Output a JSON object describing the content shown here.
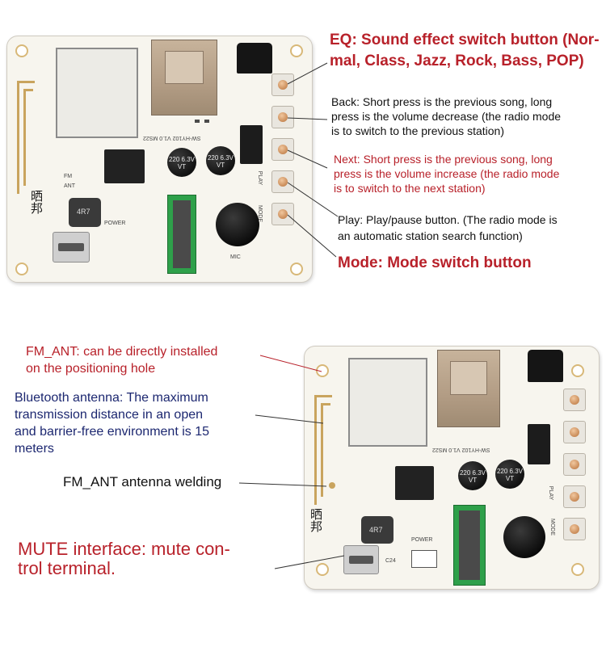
{
  "colors": {
    "red_label": "#b8212a",
    "navy_label": "#1c2770",
    "black_label": "#111111",
    "pcb": "#f7f5ee",
    "copper": "#c9a45e"
  },
  "board_top": {
    "pcb_text": {
      "model": "SW-HY102 V1.0 MS22",
      "brand_cn": "晒邦",
      "power": "POWER",
      "mode": "MODE",
      "play": "PLAY",
      "fm": "FM",
      "ant": "ANT",
      "mic": "MIC"
    },
    "cap_labels": [
      "220 6.3V VT",
      "220 6.3V VT"
    ],
    "inductor_label": "4R7"
  },
  "board_bottom": {
    "pcb_text": {
      "model": "SW-HY102 V1.0 MS22",
      "brand_cn": "晒邦",
      "power": "POWER",
      "mode": "MODE",
      "play": "PLAY",
      "mute_id": "C24"
    },
    "cap_labels": [
      "220 6.3V VT",
      "220 6.3V VT"
    ],
    "inductor_label": "4R7"
  },
  "top_labels": {
    "eq": [
      "EQ: Sound effect switch button (Nor-",
      "mal, Class, Jazz, Rock, Bass, POP)"
    ],
    "back": [
      "Back: Short press is the previous song, long",
      "press is the volume decrease (the radio mode",
      "is to switch to the previous station)"
    ],
    "next": [
      "Next: Short press is the previous song, long",
      "press is the volume increase (the radio mode",
      "is to switch to the next station)"
    ],
    "play": [
      "Play: Play/pause button. (The radio mode is",
      "an automatic station search function)"
    ],
    "mode": "Mode: Mode switch button"
  },
  "bottom_labels": {
    "fm_ant": [
      "FM_ANT: can be directly installed",
      "on the positioning hole"
    ],
    "bluetooth": [
      "Bluetooth antenna: The maximum",
      "transmission distance in an open",
      "and barrier-free environment is 15",
      "meters"
    ],
    "fm_weld": "FM_ANT antenna welding",
    "mute": [
      "MUTE interface: mute con-",
      "trol terminal."
    ]
  }
}
